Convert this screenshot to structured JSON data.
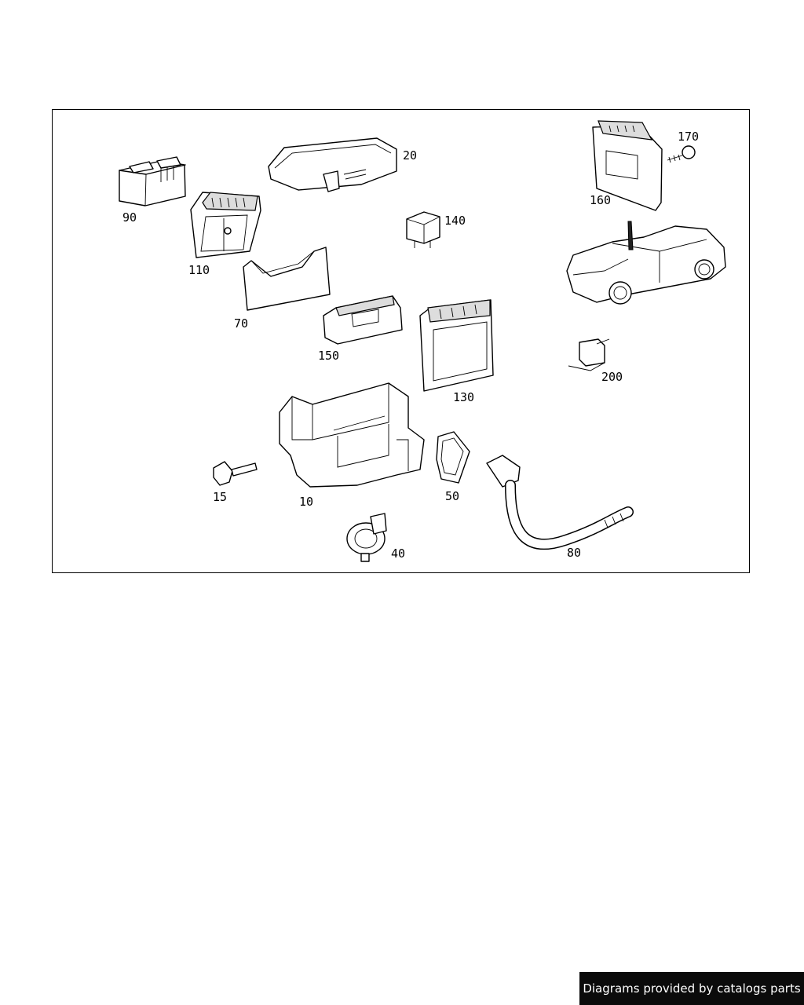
{
  "diagram": {
    "callouts": [
      {
        "id": "90",
        "label": "90"
      },
      {
        "id": "110",
        "label": "110"
      },
      {
        "id": "20",
        "label": "20"
      },
      {
        "id": "140",
        "label": "140"
      },
      {
        "id": "160",
        "label": "160"
      },
      {
        "id": "170",
        "label": "170"
      },
      {
        "id": "70",
        "label": "70"
      },
      {
        "id": "150",
        "label": "150"
      },
      {
        "id": "130",
        "label": "130"
      },
      {
        "id": "200",
        "label": "200"
      },
      {
        "id": "15",
        "label": "15"
      },
      {
        "id": "10",
        "label": "10"
      },
      {
        "id": "50",
        "label": "50"
      },
      {
        "id": "40",
        "label": "40"
      },
      {
        "id": "80",
        "label": "80"
      }
    ]
  },
  "footer": {
    "text": "Diagrams provided by catalogs parts"
  }
}
